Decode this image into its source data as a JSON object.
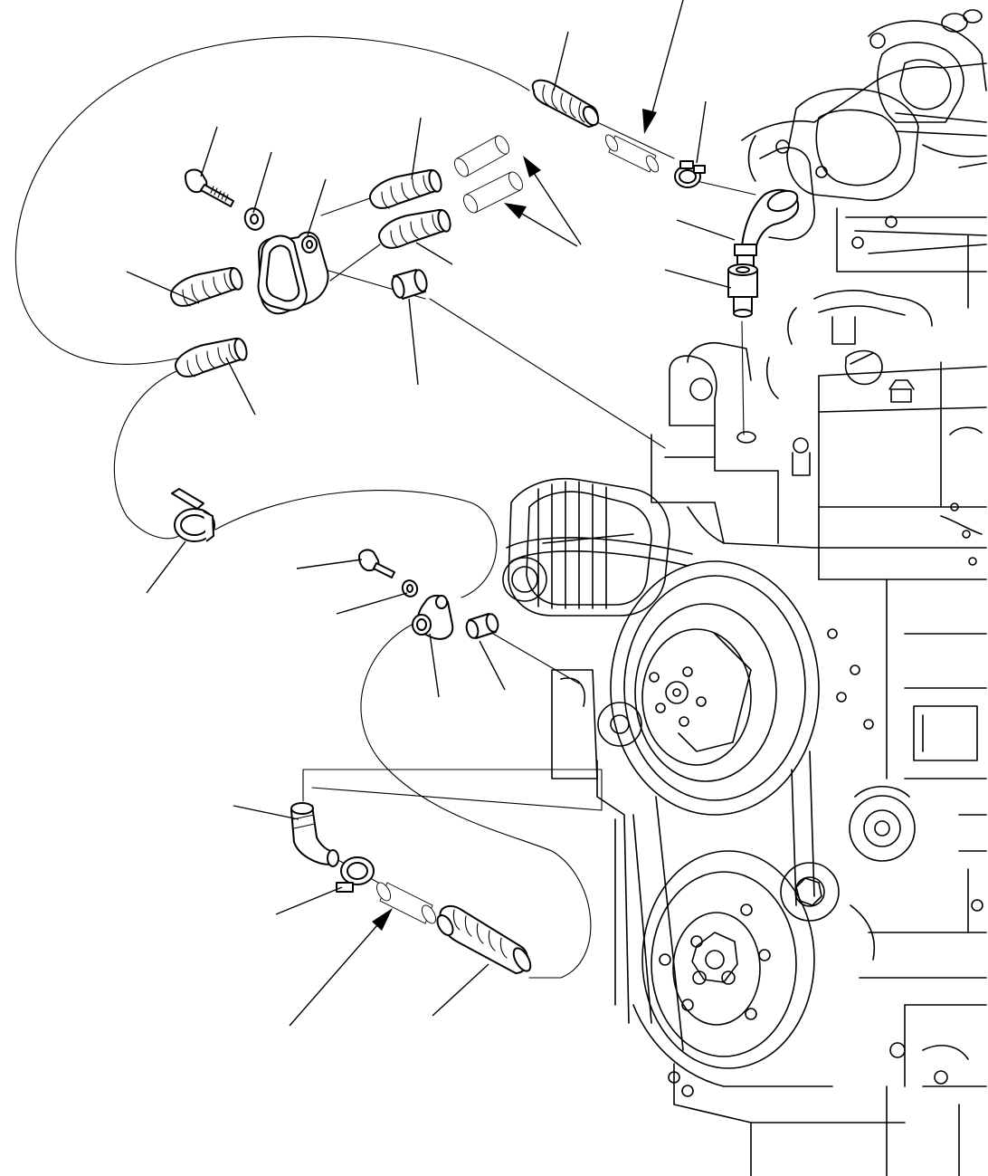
{
  "figure": {
    "kind": "exploded parts diagram (engine cooling hose routing)",
    "printed_text": [],
    "colors": {
      "line": "#000000",
      "background": "#ffffff"
    }
  },
  "parts": [
    {
      "id": "hose-top-right",
      "icon": "coiled-hose-icon"
    },
    {
      "id": "tube-top",
      "icon": "tube-icon"
    },
    {
      "id": "clamp-top",
      "icon": "hose-clamp-icon"
    },
    {
      "id": "elbow-upper",
      "icon": "elbow-fitting-icon"
    },
    {
      "id": "adapter-upper",
      "icon": "adapter-fitting-icon"
    },
    {
      "id": "bolt-upper",
      "icon": "bolt-icon"
    },
    {
      "id": "washer-upper",
      "icon": "washer-icon"
    },
    {
      "id": "bracket-upper",
      "icon": "bracket-icon"
    },
    {
      "id": "hose-pair-right",
      "icon": "coiled-hose-icon"
    },
    {
      "id": "tube-pair-right",
      "icon": "tube-icon"
    },
    {
      "id": "spacer-upper",
      "icon": "spacer-icon"
    },
    {
      "id": "grommet-upper",
      "icon": "grommet-icon"
    },
    {
      "id": "hose-pair-left",
      "icon": "coiled-hose-icon"
    },
    {
      "id": "ring-clamp",
      "icon": "ring-clamp-icon"
    },
    {
      "id": "bolt-lower",
      "icon": "bolt-icon"
    },
    {
      "id": "washer-lower",
      "icon": "washer-icon"
    },
    {
      "id": "bracket-lower",
      "icon": "bracket-icon"
    },
    {
      "id": "spacer-lower",
      "icon": "spacer-icon"
    },
    {
      "id": "elbow-lower",
      "icon": "elbow-fitting-icon"
    },
    {
      "id": "clamp-lower",
      "icon": "hose-clamp-icon"
    },
    {
      "id": "tube-lower",
      "icon": "tube-icon"
    },
    {
      "id": "hose-lower",
      "icon": "coiled-hose-icon"
    },
    {
      "id": "engine",
      "icon": "engine-block-icon"
    }
  ]
}
